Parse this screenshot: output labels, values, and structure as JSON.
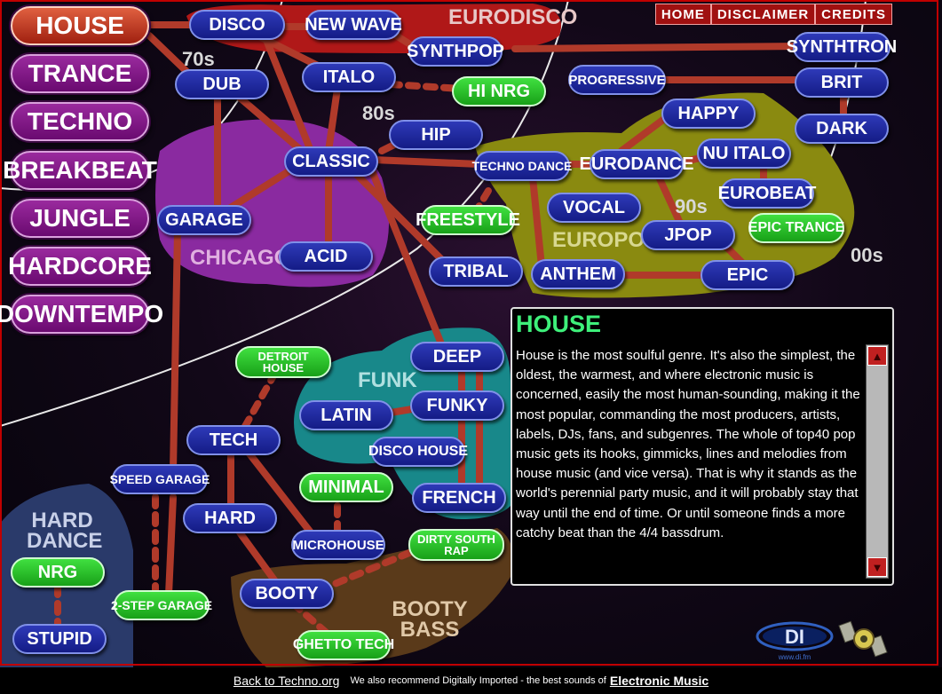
{
  "categories": [
    "House",
    "Trance",
    "Techno",
    "Breakbeat",
    "Jungle",
    "Hardcore",
    "Downtempo"
  ],
  "nav": {
    "home": "HOME",
    "disclaimer": "DISCLAIMER",
    "credits": "CREDITS"
  },
  "eras": {
    "e70": "70s",
    "e80": "80s",
    "e90": "90s",
    "e00": "00s"
  },
  "regions": {
    "eurodisco": "EURODISCO",
    "chicago": "CHICAGO",
    "europop": "EUROPOP",
    "funk": "FUNK",
    "hard_dance": "HARD DANCE",
    "booty_bass": "BOOTY BASS"
  },
  "nodes": {
    "disco": "DISCO",
    "new_wave": "NEW WAVE",
    "synthpop": "SYNTHPOP",
    "dub": "DUB",
    "italo": "ITALO",
    "hi_nrg": "HI NRG",
    "synthtron": "SYNTHTRON",
    "progressive": "PROGRESSIVE",
    "brit": "BRIT",
    "dark": "DARK",
    "happy": "HAPPY",
    "hip": "HIP",
    "classic": "CLASSIC",
    "techno_dance": "TECHNO DANCE",
    "eurodance": "EURODANCE",
    "nu_italo": "NU ITALO",
    "eurobeat": "EUROBEAT",
    "garage": "GARAGE",
    "freestyle": "FREESTYLE",
    "vocal": "VOCAL",
    "jpop": "JPOP",
    "epic_trance": "EPIC TRANCE",
    "acid": "ACID",
    "tribal": "TRIBAL",
    "anthem": "ANTHEM",
    "epic": "EPIC",
    "detroit_house": "DETROIT HOUSE",
    "deep": "DEEP",
    "latin": "LATIN",
    "funky": "FUNKY",
    "tech": "TECH",
    "disco_house": "DISCO HOUSE",
    "speed_garage": "SPEED GARAGE",
    "minimal": "MINIMAL",
    "french": "FRENCH",
    "hard": "HARD",
    "dirty_south_rap": "DIRTY SOUTH RAP",
    "microhouse": "MICROHOUSE",
    "nrg": "NRG",
    "booty": "BOOTY",
    "two_step_garage": "2-STEP GARAGE",
    "stupid": "STUPID",
    "ghetto_tech": "GHETTO TECH"
  },
  "info": {
    "title": "HOUSE",
    "text": "House is the most soulful genre. It's also the simplest, the oldest, the warmest, and where electronic music is concerned, easily the most human-sounding, making it the most popular, commanding the most producers, artists, labels, DJs, fans, and subgenres. The whole of top40 pop music gets its hooks, gimmicks, lines and melodies from house music (and vice versa). That is why it stands as the world's perennial party music, and it will probably stay that way until the end of time. Or until someone finds a more catchy beat than the 4/4 bassdrum."
  },
  "footer": {
    "back": "Back to Techno.org",
    "recommend": "We also recommend Digitally Imported - the best sounds of",
    "em": "Electronic Music"
  },
  "logo": {
    "text": "DI",
    "url_text": "www.di.fm"
  },
  "colors": {
    "node_blue": "#1c26a0",
    "node_green": "#2ccc2c",
    "category": "#7a1480",
    "active": "#c03a20",
    "link": "#b03a2a",
    "info_title": "#3ef07a"
  }
}
